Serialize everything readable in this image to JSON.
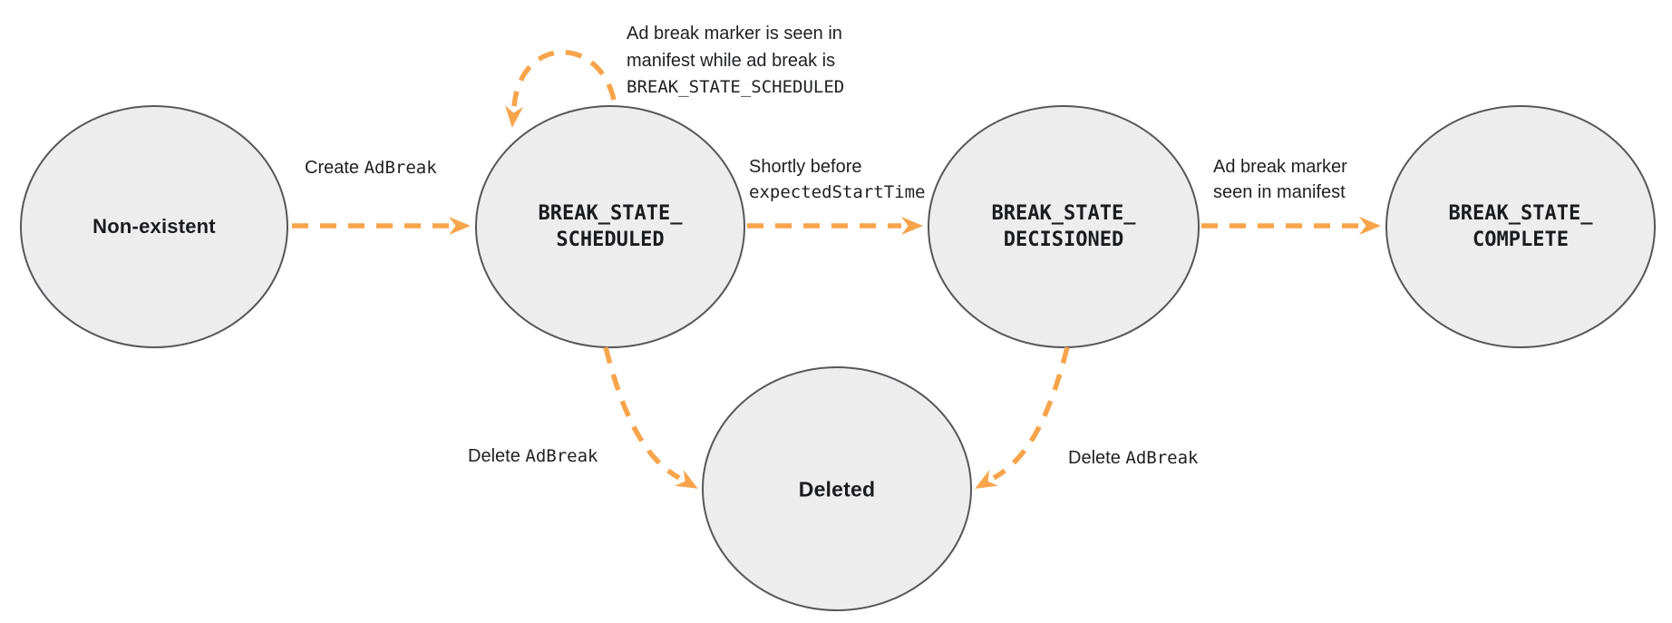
{
  "diagram": {
    "colors": {
      "node_fill": "#ededee",
      "node_stroke": "#56575a",
      "arrow_orange": "#f8a44b",
      "text": "#202124"
    },
    "nodes": {
      "non_existent": {
        "label": "Non-existent"
      },
      "break_state_scheduled": {
        "label_line1": "BREAK_STATE_",
        "label_line2": "SCHEDULED"
      },
      "break_state_decisioned": {
        "label_line1": "BREAK_STATE_",
        "label_line2": "DECISIONED"
      },
      "break_state_complete": {
        "label_line1": "BREAK_STATE_",
        "label_line2": "COMPLETE"
      },
      "deleted": {
        "label": "Deleted"
      }
    },
    "edges": {
      "create_adbreak": {
        "plain": "Create ",
        "code": "AdBreak"
      },
      "self_loop": {
        "line1": "Ad break marker is seen in",
        "line2": "manifest while ad break is",
        "line3_code": "BREAK_STATE_SCHEDULED"
      },
      "shortly_before": {
        "line1": "Shortly before",
        "line2_code": "expectedStartTime"
      },
      "marker_seen": {
        "line1": "Ad break marker",
        "line2": "seen in manifest"
      },
      "delete_adbreak_left": {
        "plain": "Delete ",
        "code": "AdBreak"
      },
      "delete_adbreak_right": {
        "plain": "Delete ",
        "code": "AdBreak"
      }
    }
  }
}
